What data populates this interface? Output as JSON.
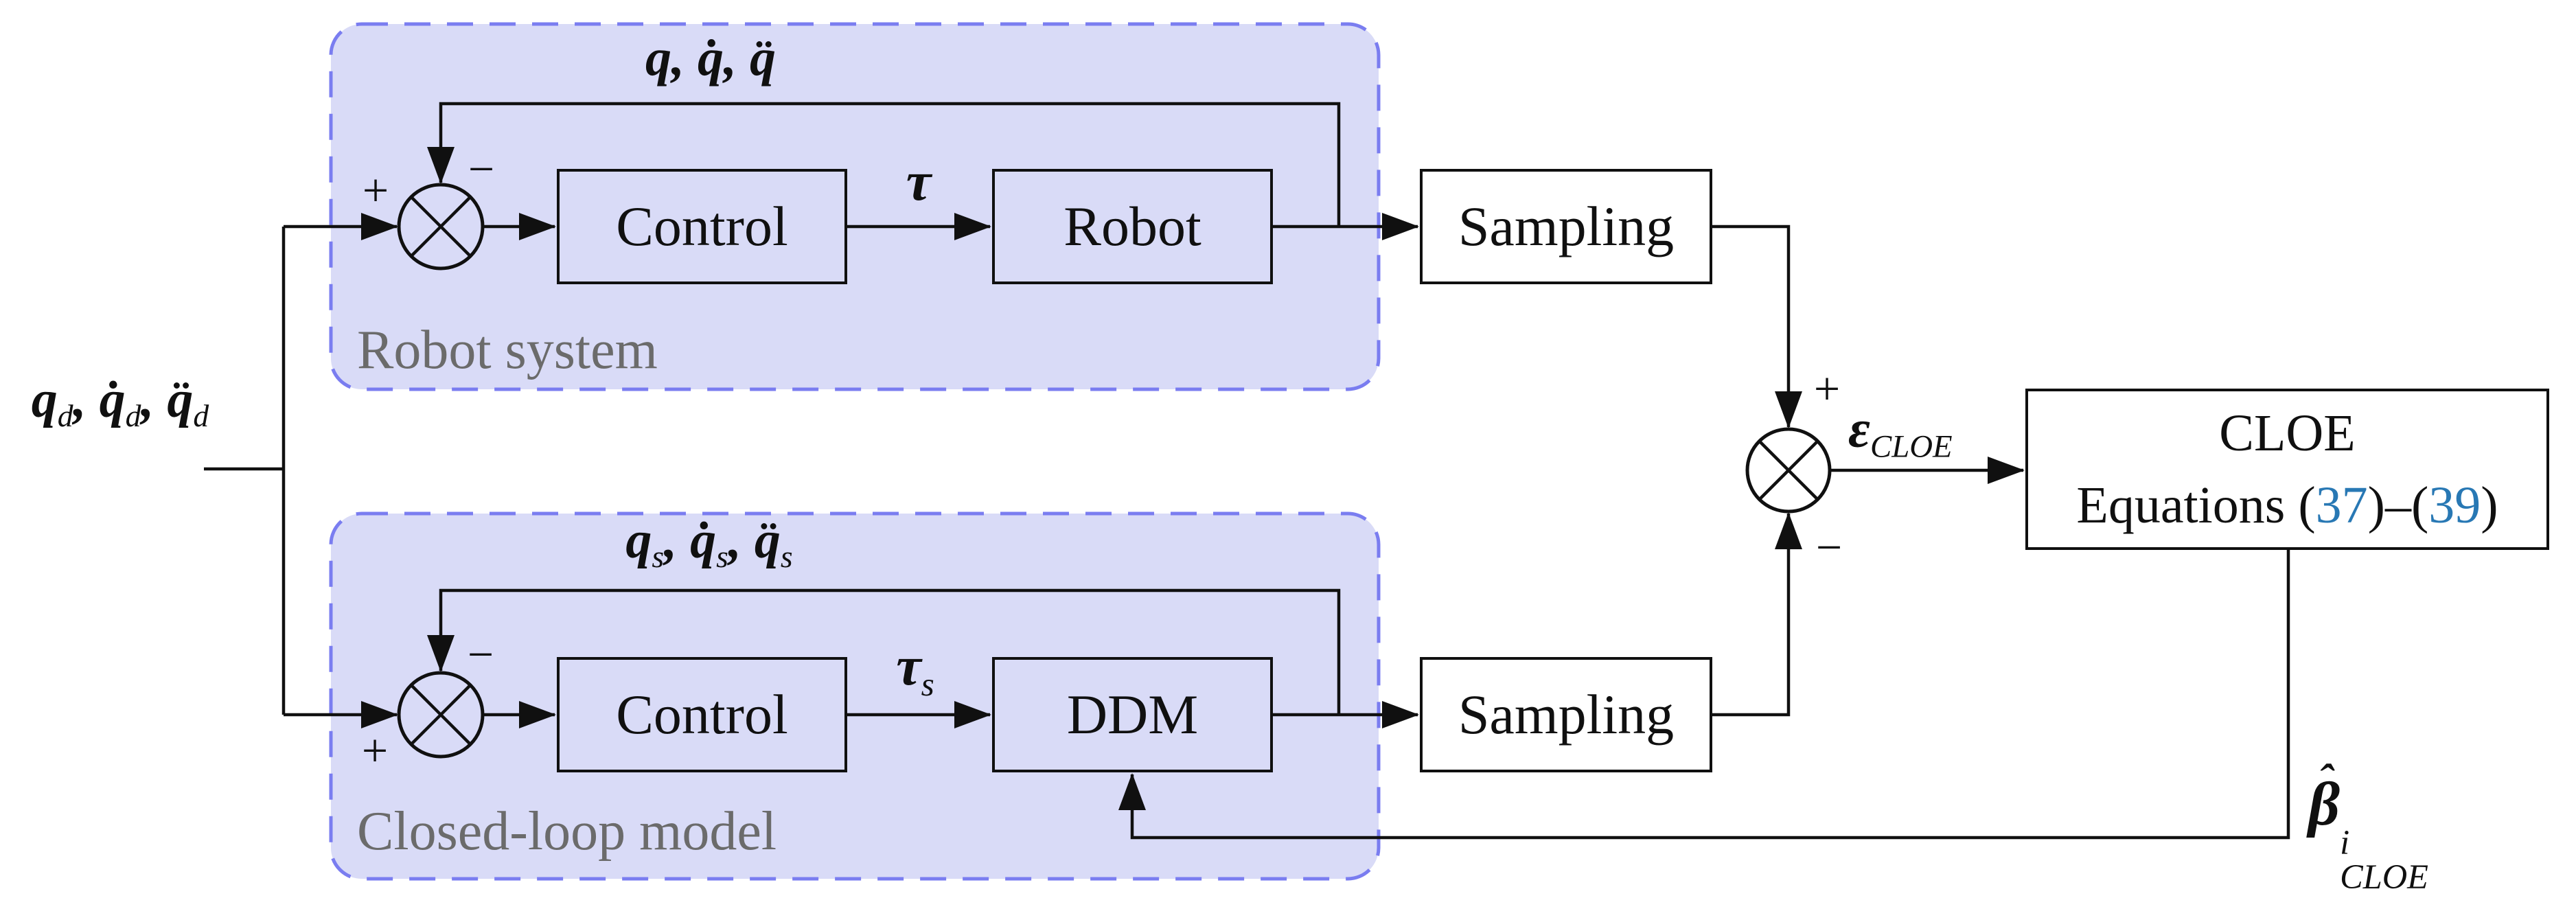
{
  "title": "CLOE identification scheme block diagram",
  "colors": {
    "panel_fill": "#d9dbf7",
    "panel_border": "#7a7df0",
    "line": "#101010",
    "link": "#2878b4",
    "muted": "#6b6b6b"
  },
  "groups": {
    "robot_system": "Robot system",
    "closed_loop_model": "Closed-loop model"
  },
  "blocks": {
    "control_top": "Control",
    "robot": "Robot",
    "sampling_top": "Sampling",
    "control_bottom": "Control",
    "ddm": "DDM",
    "sampling_bottom": "Sampling"
  },
  "cloe_box": {
    "line1": "CLOE",
    "line2_prefix": "Equations (",
    "eq_first": "37",
    "line2_mid": ")–(",
    "eq_second": "39",
    "line2_suffix": ")"
  },
  "signals": {
    "desired": {
      "q1": "q",
      "s1": "d",
      "sep1": ", ",
      "q2": "q̇",
      "s2": "d",
      "sep2": ", ",
      "q3": "q̈",
      "s3": "d"
    },
    "robot_output": "q, q̇, q̈",
    "model_output": {
      "q1": "q",
      "s1": "s",
      "sep1": ", ",
      "q2": "q̇",
      "s2": "s",
      "sep2": ", ",
      "q3": "q̈",
      "s3": "s"
    },
    "torque": "τ",
    "torque_model": {
      "base": "τ",
      "sub": "s"
    },
    "error": {
      "base": "ε",
      "sub": "CLOE"
    },
    "beta": {
      "hat": "ˆ",
      "base": "β",
      "sup": "i",
      "sub": "CLOE"
    }
  },
  "signs": {
    "plus": "+",
    "minus": "−"
  }
}
